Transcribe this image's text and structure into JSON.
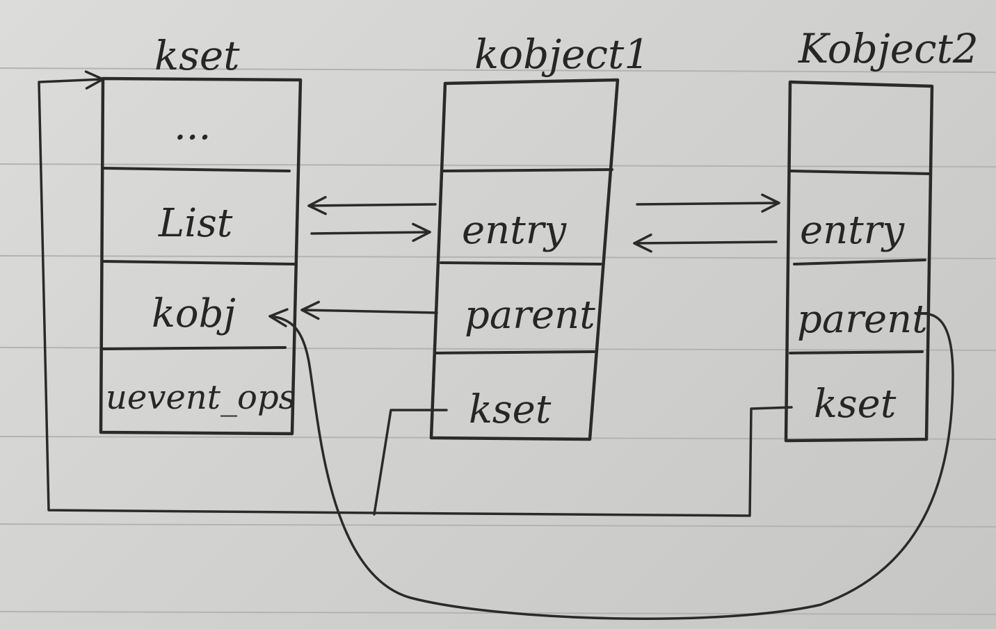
{
  "kset": {
    "title": "kset",
    "fields": [
      "...",
      "List",
      "kobj",
      "uevent_ops"
    ]
  },
  "kobject1": {
    "title": "kobject1",
    "fields": [
      "",
      "entry",
      "parent",
      "kset"
    ]
  },
  "kobject2": {
    "title": "Kobject2",
    "fields": [
      "",
      "entry",
      "parent",
      "kset"
    ]
  },
  "colors": {
    "ink": "#2a2a2a",
    "paper": "#d4d4d2",
    "rule": "#b3b3b1"
  }
}
